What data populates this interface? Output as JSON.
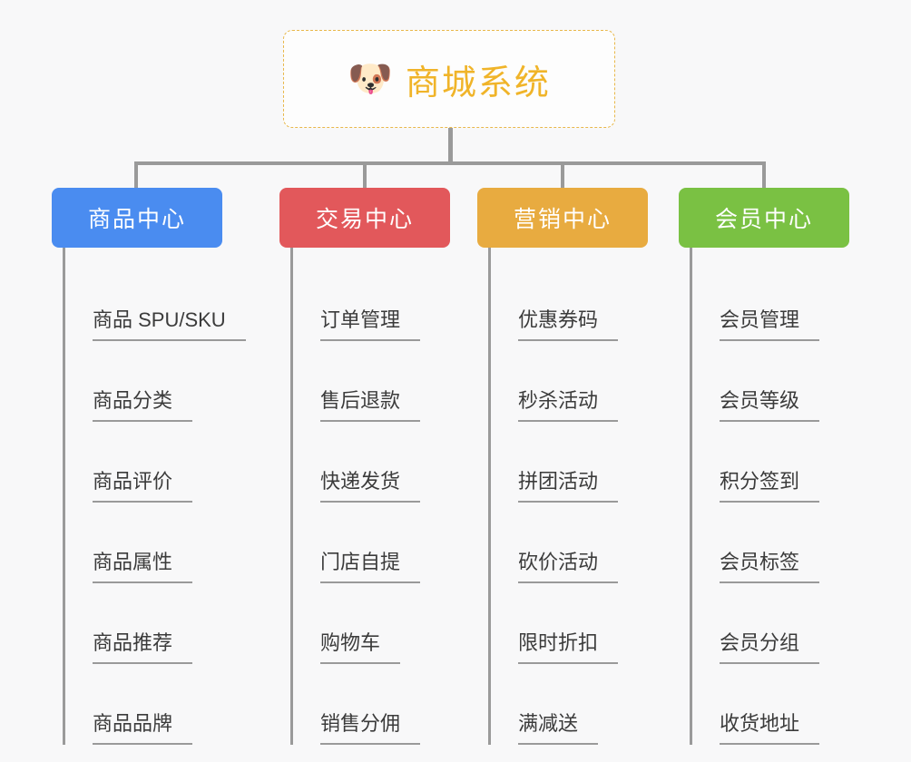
{
  "background_color": "#f8f8f9",
  "root": {
    "icon": "shiba-dog-face-emoji",
    "emoji": "🐶",
    "title": "商城系统",
    "border_color": "#e8b84b",
    "text_color": "#f0b429"
  },
  "columns": [
    {
      "id": "product-center",
      "title": "商品中心",
      "color": "#4a8cf0",
      "items": [
        "商品 SPU/SKU",
        "商品分类",
        "商品评价",
        "商品属性",
        "商品推荐",
        "商品品牌"
      ]
    },
    {
      "id": "trade-center",
      "title": "交易中心",
      "color": "#e2585b",
      "items": [
        "订单管理",
        "售后退款",
        "快递发货",
        "门店自提",
        "购物车",
        "销售分佣"
      ]
    },
    {
      "id": "marketing-center",
      "title": "营销中心",
      "color": "#e8ab40",
      "items": [
        "优惠券码",
        "秒杀活动",
        "拼团活动",
        "砍价活动",
        "限时折扣",
        "满减送"
      ]
    },
    {
      "id": "member-center",
      "title": "会员中心",
      "color": "#7ac143",
      "items": [
        "会员管理",
        "会员等级",
        "积分签到",
        "会员标签",
        "会员分组",
        "收货地址"
      ]
    }
  ],
  "connector_color": "#9a9a9a"
}
